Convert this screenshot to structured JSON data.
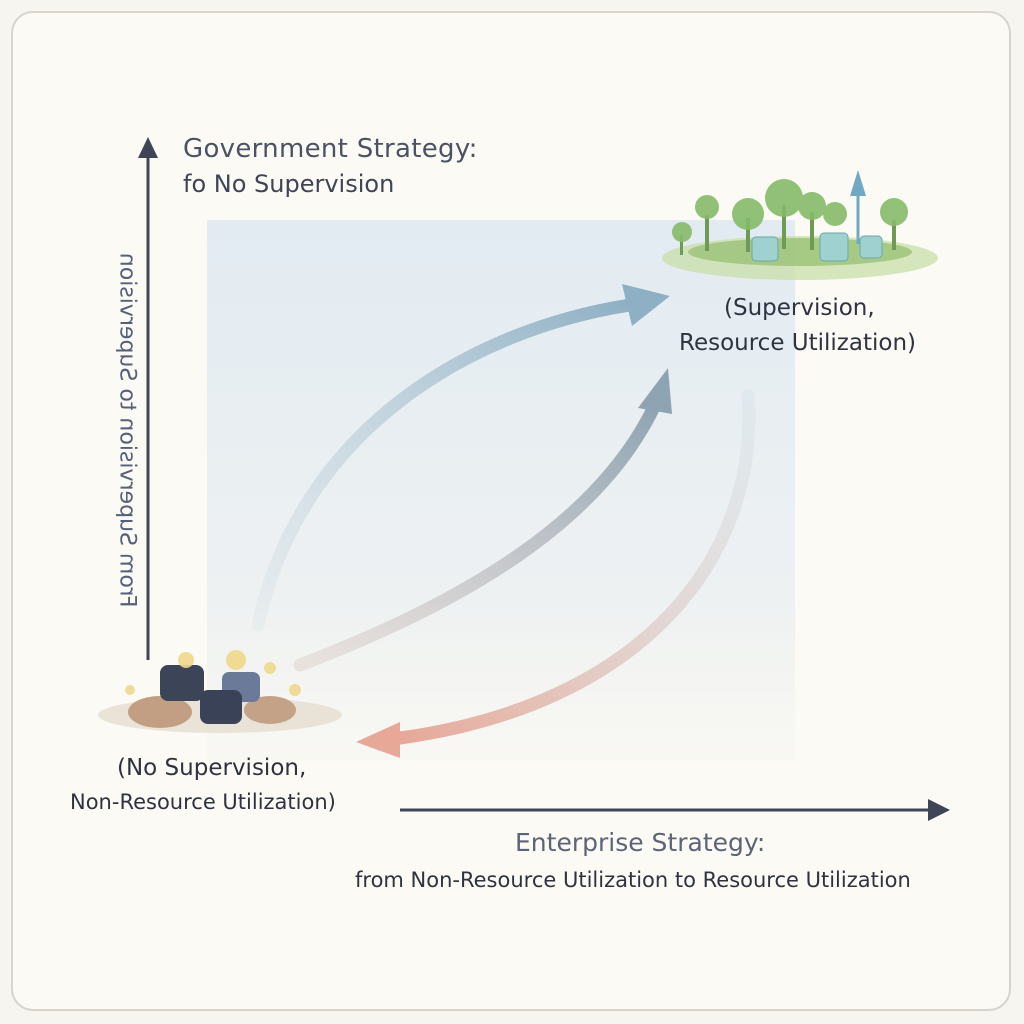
{
  "axes": {
    "vertical": {
      "title": "Government Strategy:",
      "subtitle": "fo No Supervision",
      "side_label": "From Supervision to Supervision"
    },
    "horizontal": {
      "title": "Enterprise Strategy:",
      "subtitle": "from Non-Resource Utilization to Resource Utilization"
    }
  },
  "nodes": {
    "top_right": {
      "line1": "(Supervision,",
      "line2": "Resource Utilization)",
      "icon": "green-landscape-icon"
    },
    "bottom_left": {
      "line1": "(No Supervision,",
      "line2": "Non-Resource Utilization)",
      "icon": "rock-pile-icon"
    }
  },
  "colors": {
    "axis": "#3f4556",
    "arrow_blue": "#8fb0c4",
    "arrow_steel": "#8ea4b3",
    "arrow_salmon": "#e7a898",
    "panel": "#e4ecf2"
  }
}
